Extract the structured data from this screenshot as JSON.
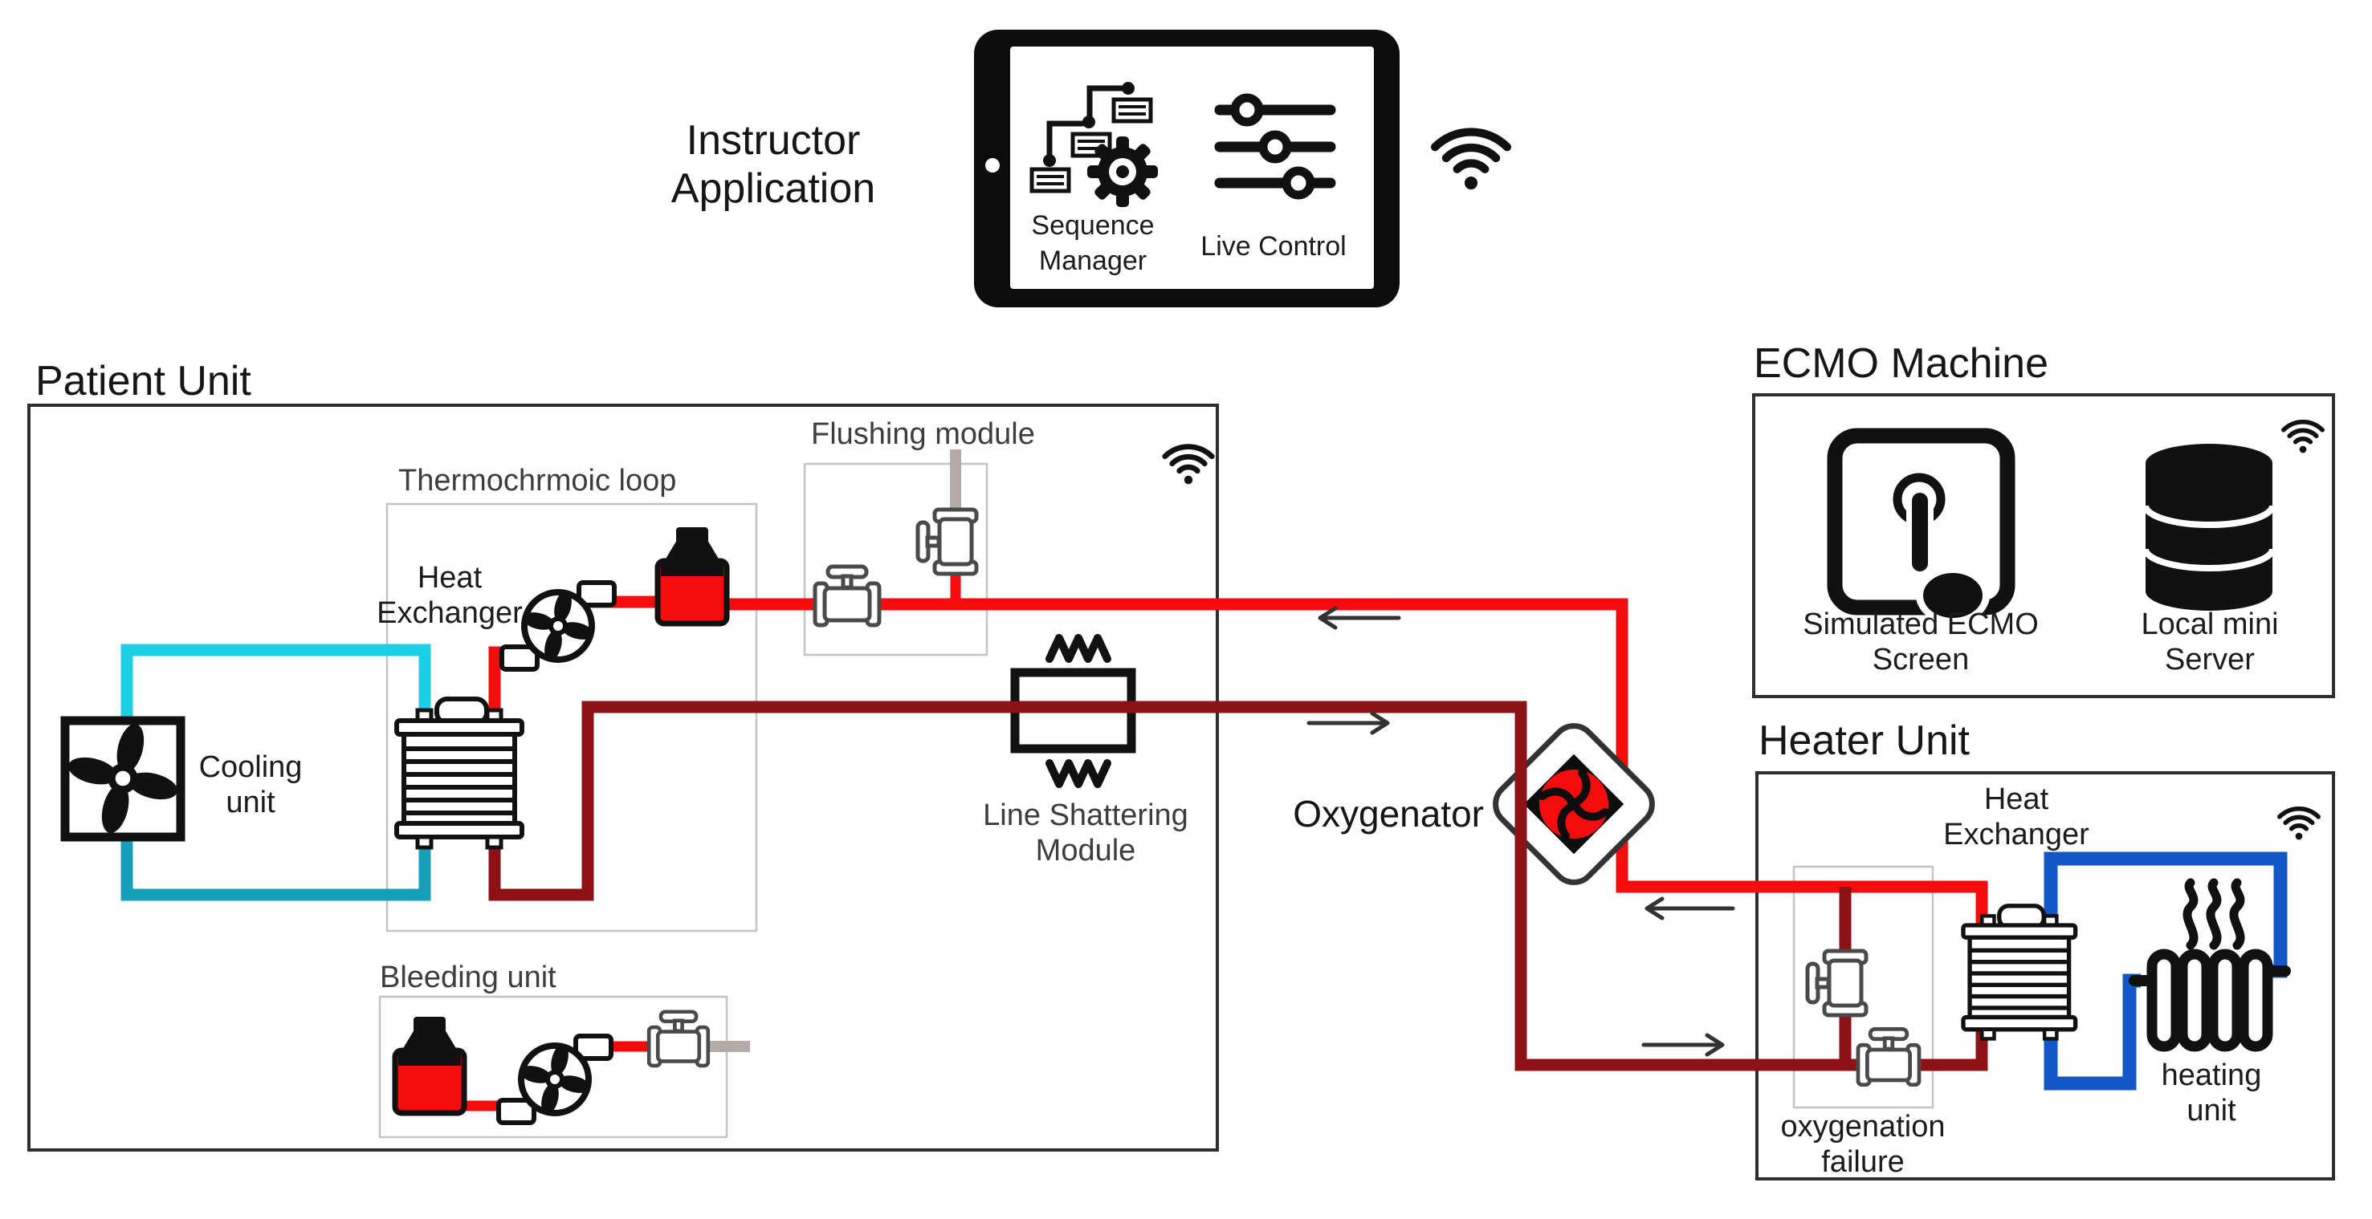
{
  "instructor": {
    "label_line1": "Instructor",
    "label_line2": "Application",
    "sequence_manager_line1": "Sequence",
    "sequence_manager_line2": "Manager",
    "live_control": "Live Control"
  },
  "patient_unit": {
    "title": "Patient Unit",
    "thermochromic_loop_title": "Thermochrmoic loop",
    "heat_exchanger_line1": "Heat",
    "heat_exchanger_line2": "Exchanger",
    "cooling_unit_line1": "Cooling",
    "cooling_unit_line2": "unit",
    "flushing_module_title": "Flushing module",
    "bleeding_unit_title": "Bleeding unit",
    "line_shattering_line1": "Line Shattering",
    "line_shattering_line2": "Module"
  },
  "oxygenator": {
    "label": "Oxygenator"
  },
  "ecmo_machine": {
    "title": "ECMO Machine",
    "screen_line1": "Simulated ECMO",
    "screen_line2": "Screen",
    "server_line1": "Local mini",
    "server_line2": "Server"
  },
  "heater_unit": {
    "title": "Heater Unit",
    "heat_exchanger_line1": "Heat",
    "heat_exchanger_line2": "Exchanger",
    "heating_unit_line1": "heating",
    "heating_unit_line2": "unit",
    "oxygenation_failure_line1": "oxygenation",
    "oxygenation_failure_line2": "failure"
  },
  "colors": {
    "oxygenated_blood_red": "#f60c0c",
    "deoxygenated_blood_dark_red": "#8c1216",
    "coolant_supply_cyan": "#1ccfe6",
    "coolant_return_teal": "#159fb8",
    "heating_water_blue": "#1356c6",
    "drain_pipe_gray": "#b5aba6",
    "outline_black": "#111111"
  }
}
